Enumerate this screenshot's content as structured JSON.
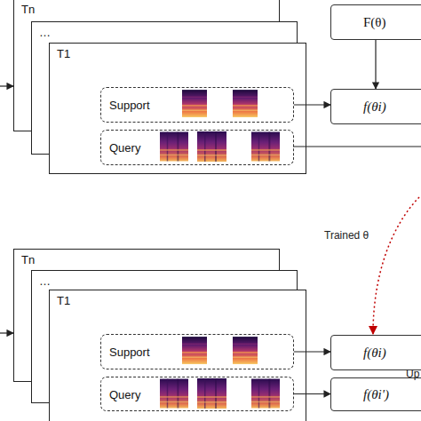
{
  "diagram": {
    "nodes": [
      {
        "text": [
          "Tn"
        ]
      },
      {
        "text": [
          "…"
        ]
      },
      {
        "text": [
          "T1"
        ]
      },
      {
        "text": [
          "Support"
        ],
        "in": 2
      },
      {
        "text": [
          "Query"
        ],
        "in": 2
      },
      {
        "text": [
          "F(θ)"
        ]
      },
      {
        "text": [
          "f(θi)"
        ]
      },
      {
        "text": [
          "Tn"
        ]
      },
      {
        "text": [
          "…"
        ]
      },
      {
        "text": [
          "T1"
        ]
      },
      {
        "text": [
          "Support"
        ],
        "in": 9
      },
      {
        "text": [
          "Query"
        ],
        "in": 9
      },
      {
        "text": [
          "f(θi)"
        ]
      },
      {
        "text": [
          "f(θi')"
        ]
      }
    ],
    "edges": [
      {
        "from": 5,
        "to": 6,
        "arrow": "to"
      },
      {
        "from": 3,
        "to": 6,
        "arrow": "to"
      },
      {
        "from": 10,
        "to": 12,
        "arrow": "to"
      },
      {
        "from": 11,
        "to": 13,
        "arrow": "to"
      }
    ],
    "labels": [
      "Trained θ",
      "Up"
    ]
  }
}
